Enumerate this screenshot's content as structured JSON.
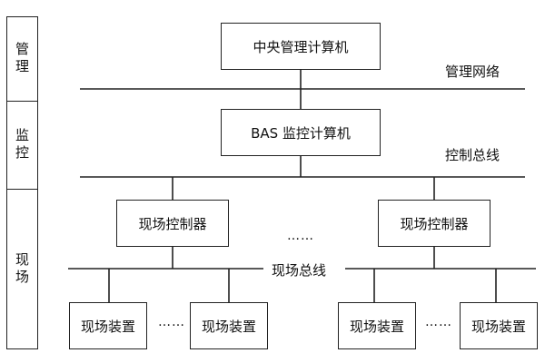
{
  "levels": [
    "管理",
    "监控",
    "现场"
  ],
  "nodes": {
    "central": "中央管理计算机",
    "bas": "BAS 监控计算机",
    "controller_left": "现场控制器",
    "controller_right": "现场控制器",
    "device_1": "现场装置",
    "device_2": "现场装置",
    "device_3": "现场装置",
    "device_4": "现场装置"
  },
  "buses": {
    "management": "管理网络",
    "control": "控制总线",
    "field": "现场总线"
  },
  "ellipsis": {
    "controllers": "……",
    "devices_left": "……",
    "devices_right": "……"
  }
}
